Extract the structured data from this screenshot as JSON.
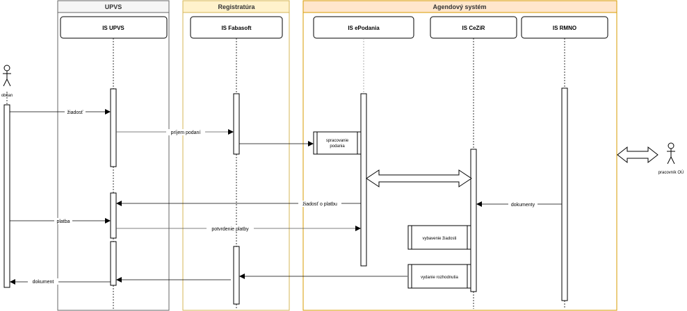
{
  "lanes": {
    "upvs": "UPVS",
    "registratura": "Registratúra",
    "agenda": "Agendový systém"
  },
  "participants": {
    "is_upvs": "IS UPVS",
    "is_fabasoft": "IS Fabasoft",
    "is_epodania": "IS ePodania",
    "is_cezir": "IS CeZiR",
    "is_rmno": "IS RMNO"
  },
  "actors": {
    "obcan": "občan",
    "pracovnik": "pracovník OÚ"
  },
  "messages": {
    "ziadost": "žiadosť",
    "prijem": "príjem podaní",
    "ziadost_platba": "žiadosť o platbu",
    "platba": "platba",
    "potvrdenie": "potvrdenie platby",
    "dokumenty": "dokumenty",
    "dokument": "dokument"
  },
  "processes": {
    "spracovanie_1": "spracovanie",
    "spracovanie_2": "podania",
    "vybavenie": "vybavenie žiadosti",
    "vydanie": "vydanie rozhodnutia"
  },
  "colors": {
    "upvs_header": "#f5f5f5",
    "upvs_border": "#666666",
    "reg_header": "#fff2cc",
    "reg_border": "#d6b656",
    "agenda_header": "#ffe6cc",
    "agenda_border": "#d79b00",
    "line": "#000000"
  }
}
